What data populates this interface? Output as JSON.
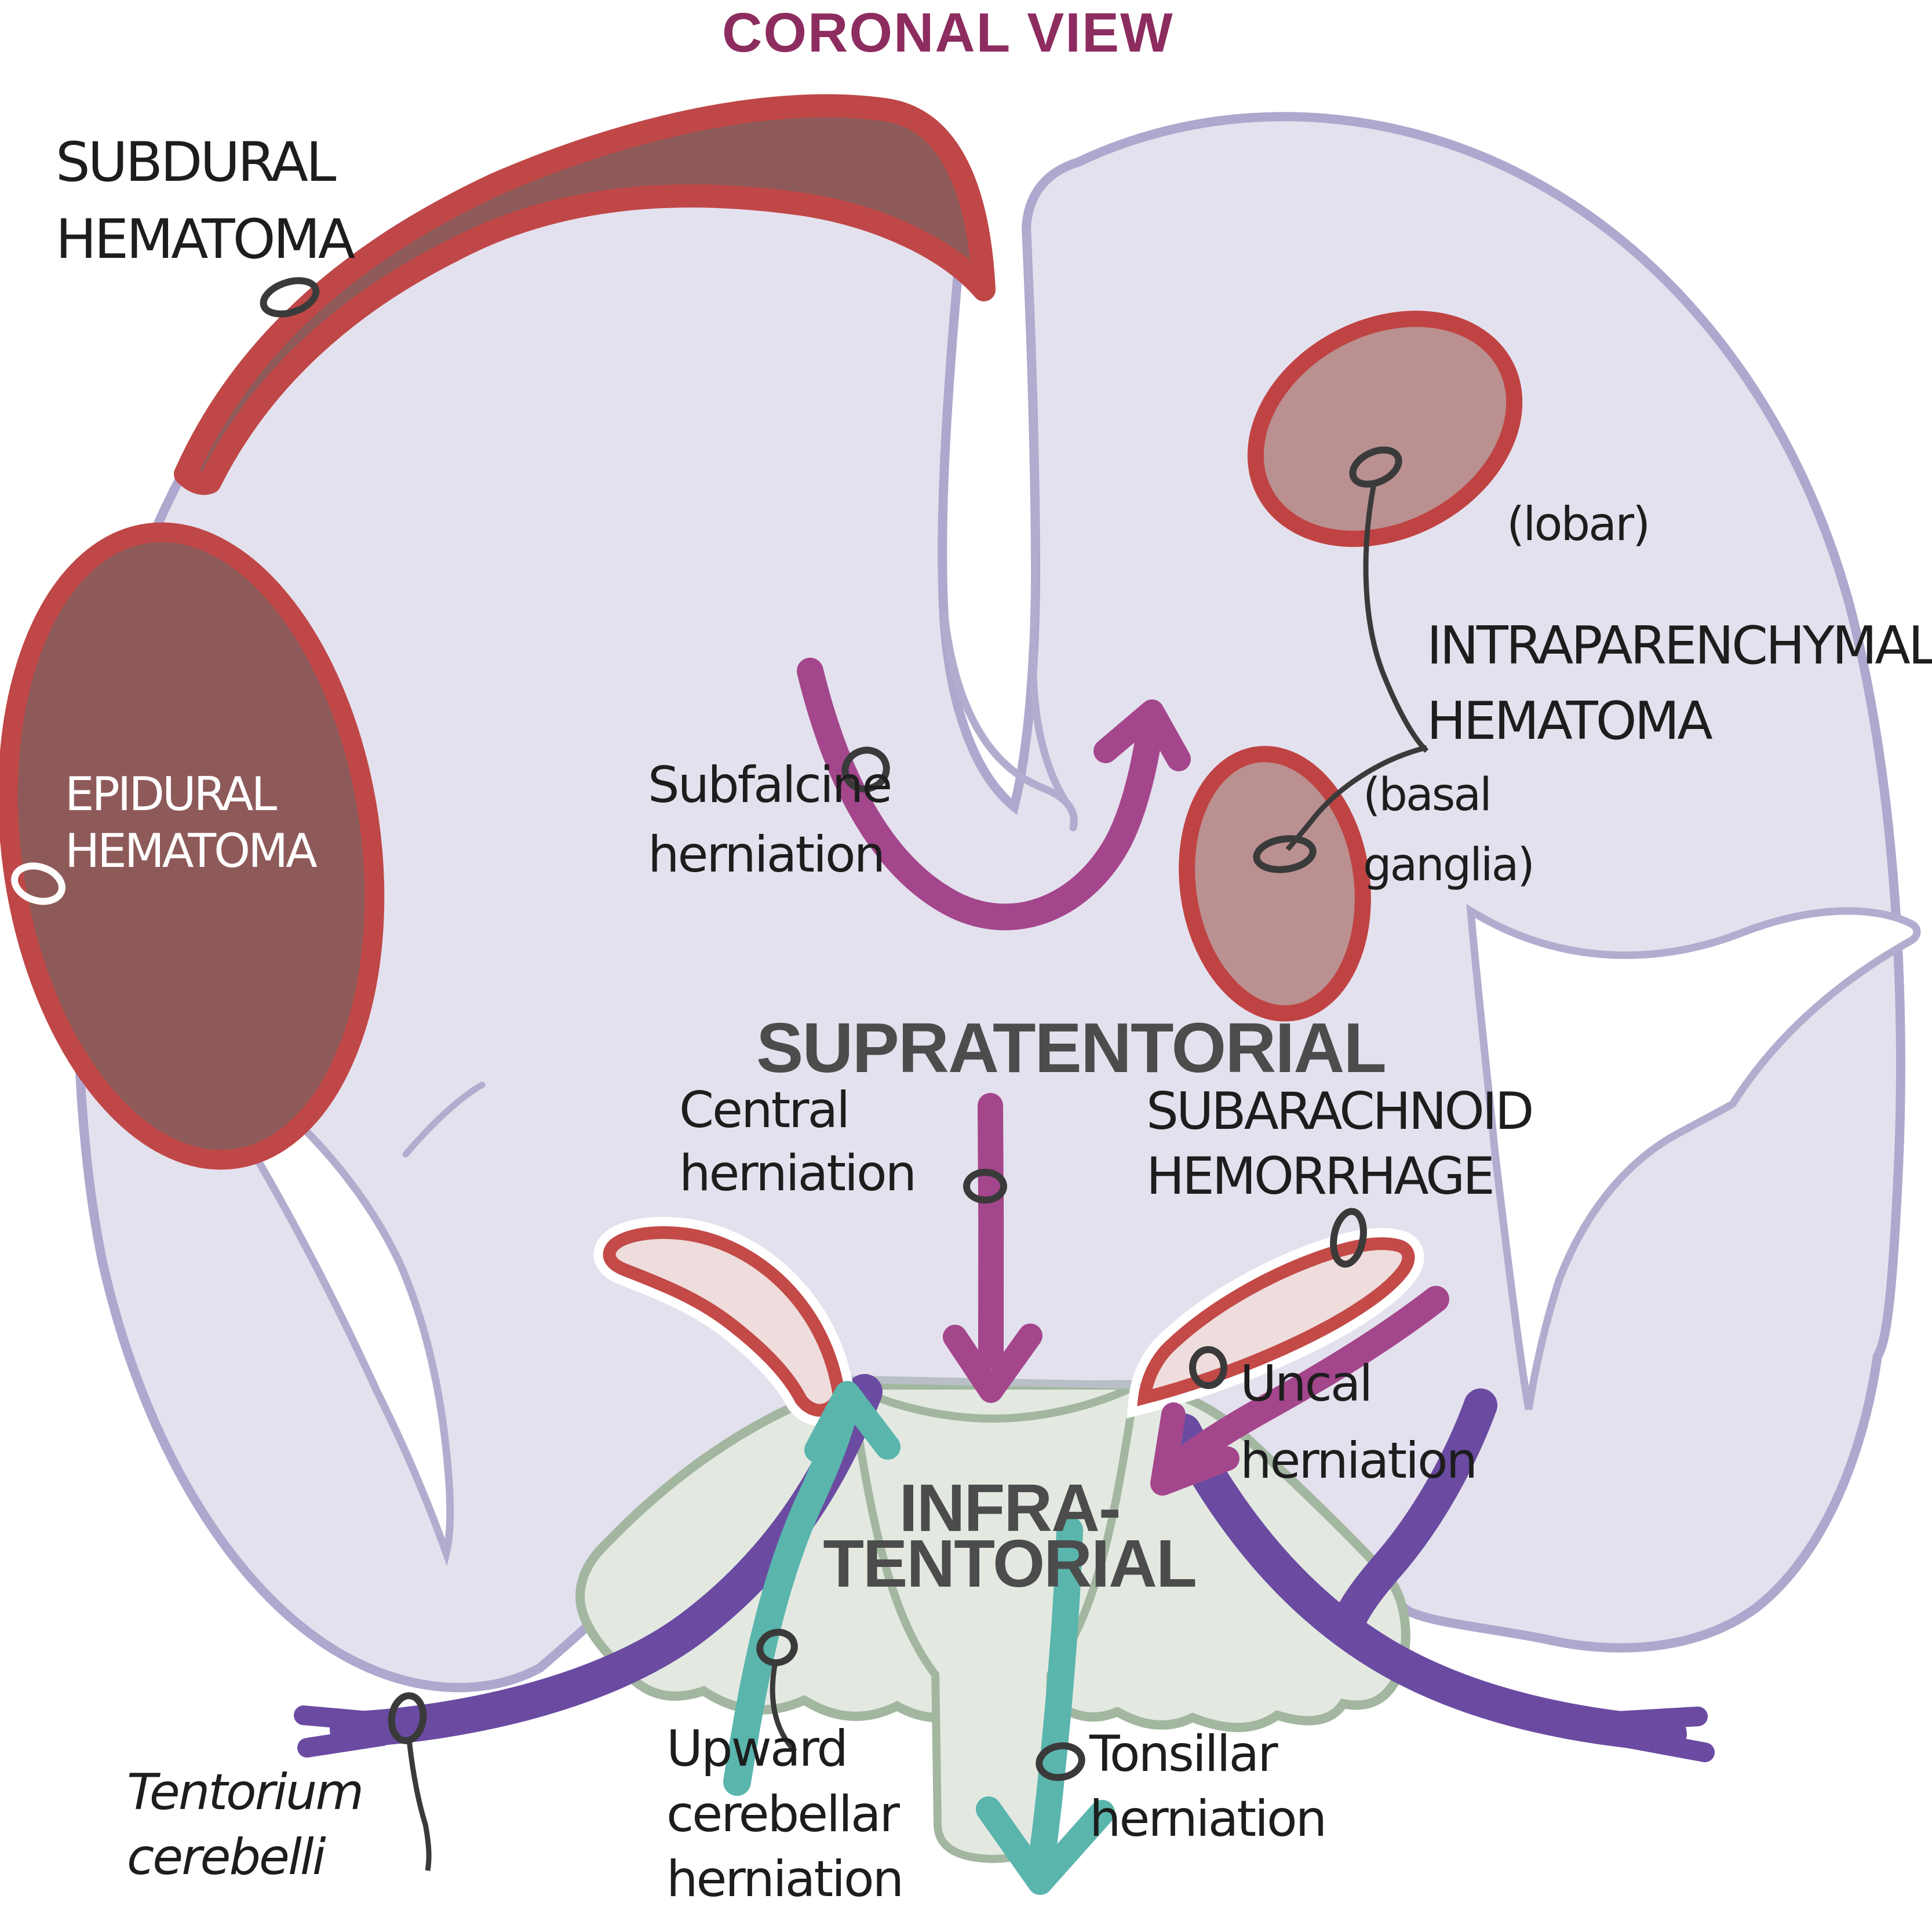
{
  "title": "CORONAL VIEW",
  "zones": {
    "supratentorial": "SUPRATENTORIAL",
    "infratentorial_line1": "INFRA-",
    "infratentorial_line2": "TENTORIAL"
  },
  "labels": {
    "subdural": {
      "line1": "SUBDURAL",
      "line2": "HEMATOMA"
    },
    "epidural": {
      "line1": "EPIDURAL",
      "line2": "HEMATOMA"
    },
    "subfalcine": {
      "line1": "Subfalcine",
      "line2": "herniation"
    },
    "lobar": "(lobar)",
    "intraparenchymal": {
      "line1": "INTRAPARENCHYMAL",
      "line2": "HEMATOMA"
    },
    "basal_ganglia": {
      "line1": "(basal",
      "line2": "ganglia)"
    },
    "central": {
      "line1": "Central",
      "line2": "herniation"
    },
    "subarachnoid": {
      "line1": "SUBARACHNOID",
      "line2": "HEMORRHAGE"
    },
    "uncal": {
      "line1": "Uncal",
      "line2": "herniation"
    },
    "tentorium": {
      "line1": "Tentorium",
      "line2": "cerebelli"
    },
    "upward_cerebellar": {
      "line1": "Upward",
      "line2": "cerebellar",
      "line3": "herniation"
    },
    "tonsillar": {
      "line1": "Tonsillar",
      "line2": "herniation"
    }
  },
  "colors": {
    "title_magenta": "#8d2c5f",
    "zone_gray": "#4c4c4c",
    "brain_fill": "#e4e1ee",
    "brain_outline": "#aea8ce",
    "hematoma_fill": "#8e5a59",
    "hematoma_rim": "#c04747",
    "intraparenchymal_fill": "#ba9090",
    "horn_fill": "#eedddc",
    "infratentorial_fill": "#e3e9e1",
    "infratentorial_outline": "#a3b7a0",
    "tentorium_purple": "#6a4ba1",
    "herniation_magenta": "#a4468c",
    "cerebellar_teal": "#5ab5ad",
    "label_black": "#1d1d1d",
    "loop_gray": "#3a3a3a"
  }
}
